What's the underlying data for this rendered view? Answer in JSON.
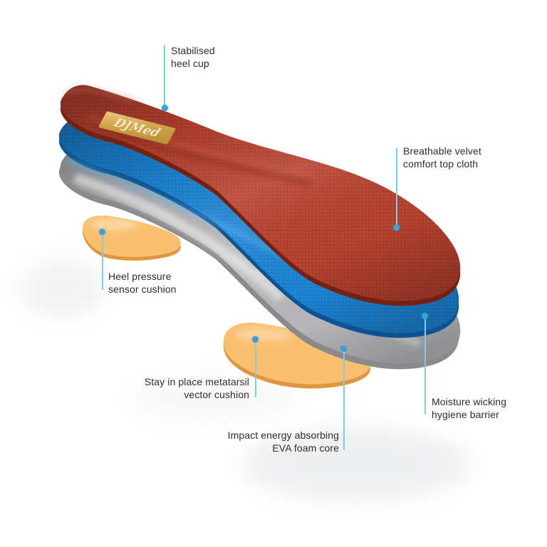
{
  "diagram": {
    "logo_text": "DJMed",
    "labels": {
      "stabilised_heel_cup": {
        "line1": "Stabilised",
        "line2": "heel cup"
      },
      "breathable_top_cloth": {
        "line1": "Breathable velvet",
        "line2": "comfort top cloth"
      },
      "heel_pressure_cushion": {
        "line1": "Heel pressure",
        "line2": "sensor cushion"
      },
      "metatarsil_cushion": {
        "line1": "Stay in place metatarsil",
        "line2": "vector cushion"
      },
      "eva_foam_core": {
        "line1": "Impact energy absorbing",
        "line2": "EVA foam core"
      },
      "hygiene_barrier": {
        "line1": "Moisture wicking",
        "line2": "hygiene barrier"
      }
    },
    "colors": {
      "top_cloth": "#b8412e",
      "top_cloth_edge": "#76210f",
      "hygiene_barrier": "#1b84d6",
      "hygiene_barrier_edge": "#0c5394",
      "eva_foam": "#bababd",
      "eva_foam_edge": "#8a8a8d",
      "cushion": "#f9c070",
      "cushion_edge": "#df963f",
      "callout_line": "#7ccdec",
      "callout_dot": "#36a3d8",
      "label_text": "#2d2d2d",
      "logo_patch": "#d2a74e"
    }
  }
}
